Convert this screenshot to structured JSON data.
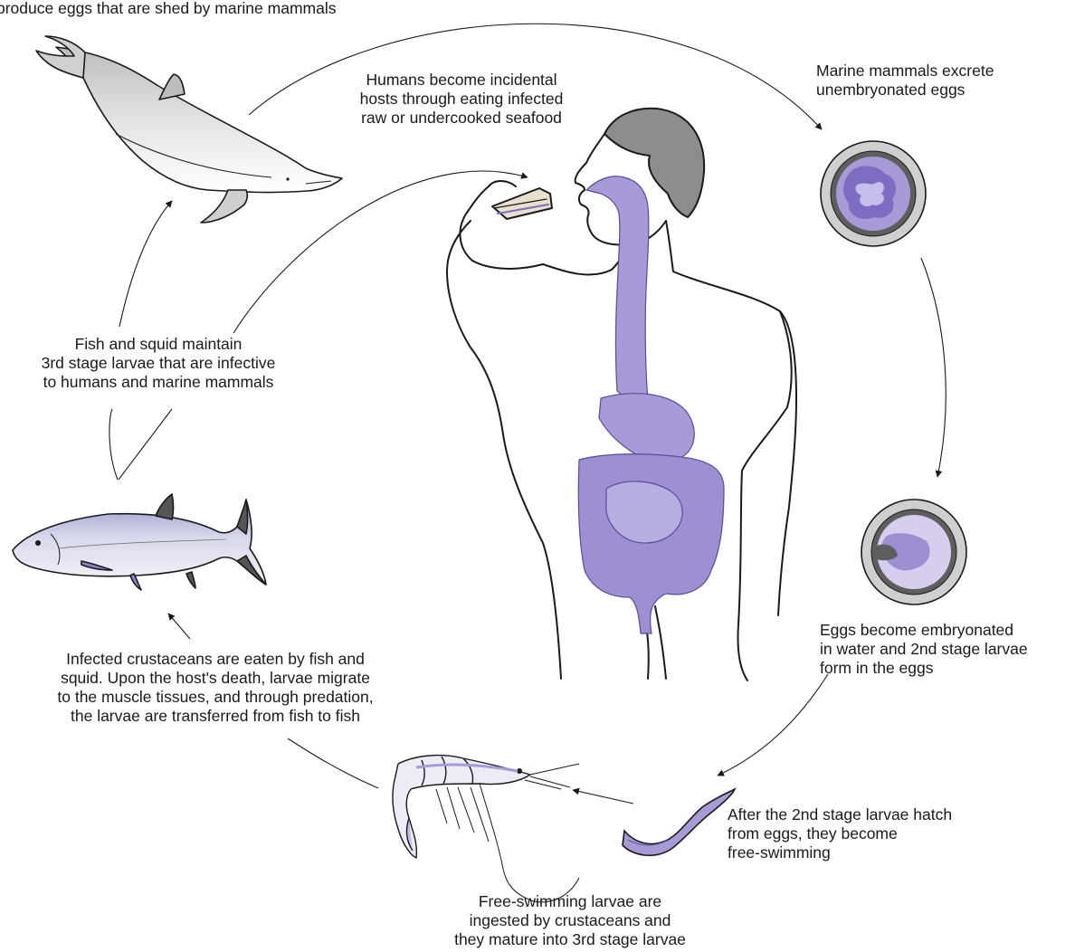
{
  "colors": {
    "parasite": "#a89ad6",
    "parasite_dark": "#7d6cc2",
    "outline": "#1a1a1a",
    "gray": "#8a8a8a",
    "light_gray": "#d9d9d9",
    "background": "#ffffff"
  },
  "captions": {
    "top_left": [
      "produce eggs that are shed by marine mammals"
    ],
    "humans": [
      "Humans become incidental",
      "hosts through eating infected",
      "raw or undercooked seafood"
    ],
    "marine_excrete": [
      "Marine mammals excrete",
      "unembryonated eggs"
    ],
    "fish_squid": [
      "Fish and squid maintain",
      "3rd stage larvae that are infective",
      "to humans and marine mammals"
    ],
    "embryonated": [
      "Eggs become embryonated",
      "in water and 2nd stage larvae",
      "form in the eggs"
    ],
    "crustaceans_eaten": [
      "Infected crustaceans are eaten by fish and",
      "squid. Upon the host's death, larvae migrate",
      "to the muscle tissues, and through predation,",
      "the larvae are transferred from fish to fish"
    ],
    "hatch": [
      "After the 2nd stage larvae hatch",
      "from eggs, they become",
      "free-swimming"
    ],
    "ingested": [
      "Free-swimming larvae are",
      "ingested by crustaceans and",
      "they mature into 3rd stage larvae"
    ]
  }
}
